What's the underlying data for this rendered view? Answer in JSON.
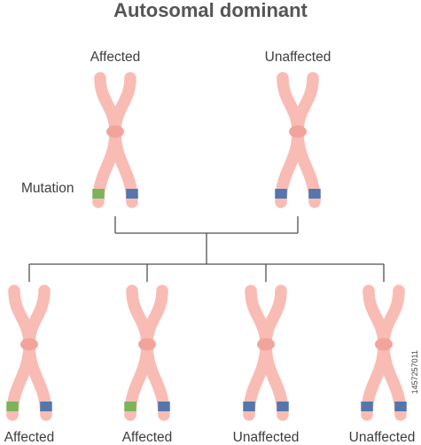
{
  "title": "Autosomal dominant",
  "parents": [
    {
      "label": "Affected",
      "left_band": "mutation",
      "right_band": "normal"
    },
    {
      "label": "Unaffected",
      "left_band": "normal",
      "right_band": "normal"
    }
  ],
  "mutation_label": "Mutation",
  "offspring": [
    {
      "label": "Affected",
      "left_band": "mutation",
      "right_band": "normal"
    },
    {
      "label": "Affected",
      "left_band": "mutation",
      "right_band": "normal"
    },
    {
      "label": "Unaffected",
      "left_band": "normal",
      "right_band": "normal"
    },
    {
      "label": "Unaffected",
      "left_band": "normal",
      "right_band": "normal"
    }
  ],
  "stock_id": "1457257011",
  "colors": {
    "chromosome": "#f8bcb5",
    "centromere": "#f2a49c",
    "mutation_band": "#7cb35a",
    "normal_band": "#5476ad",
    "lines": "#505050",
    "text": "#3d3d3d"
  }
}
